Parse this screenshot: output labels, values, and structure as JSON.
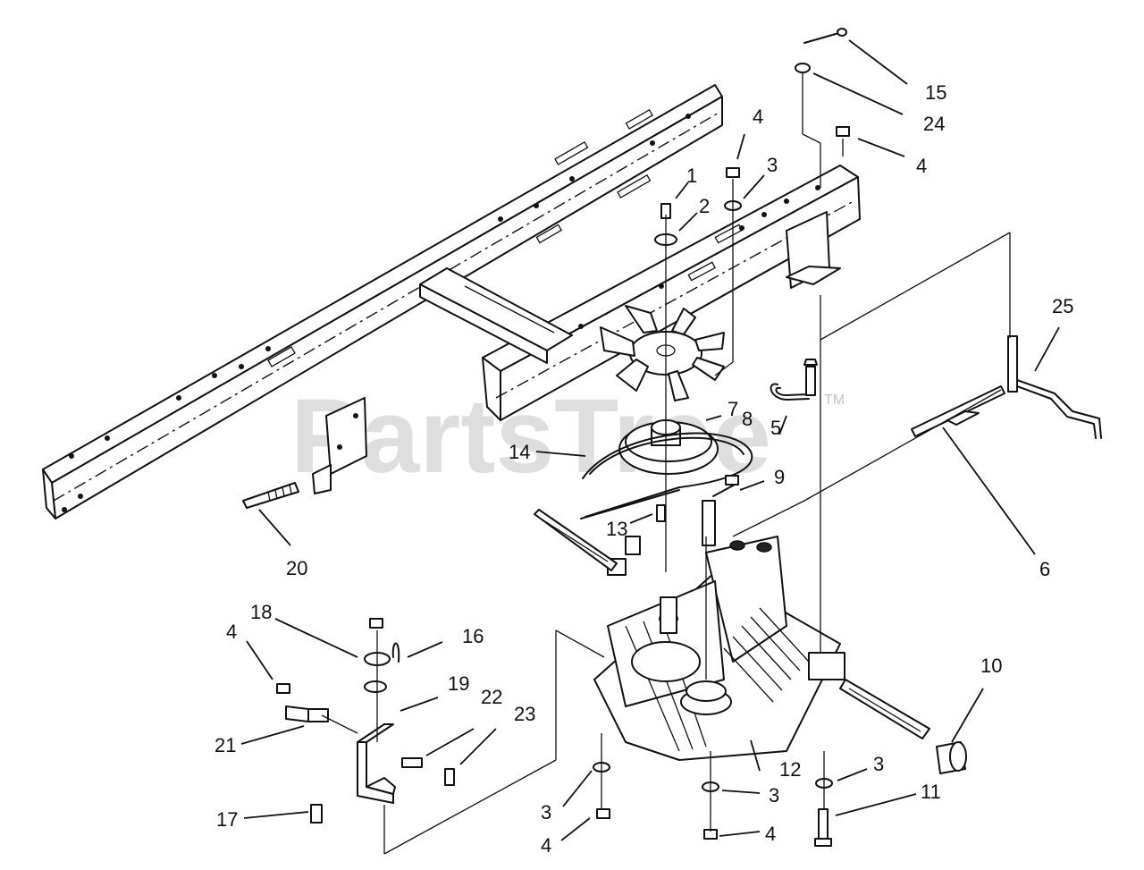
{
  "watermark": {
    "brand": "PartsTree",
    "trademark": "TM"
  },
  "callouts": {
    "c1": "1",
    "c2": "2",
    "c3a": "3",
    "c3b": "3",
    "c3c": "3",
    "c3d": "3",
    "c4a": "4",
    "c4b": "4",
    "c4c": "4",
    "c4d": "4",
    "c4e": "4",
    "c5": "5",
    "c6": "6",
    "c7": "7",
    "c8": "8",
    "c9": "9",
    "c10": "10",
    "c11": "11",
    "c12": "12",
    "c13": "13",
    "c14": "14",
    "c15": "15",
    "c16": "16",
    "c17": "17",
    "c18": "18",
    "c19": "19",
    "c20": "20",
    "c21": "21",
    "c22": "22",
    "c23": "23",
    "c24": "24",
    "c25": "25"
  }
}
